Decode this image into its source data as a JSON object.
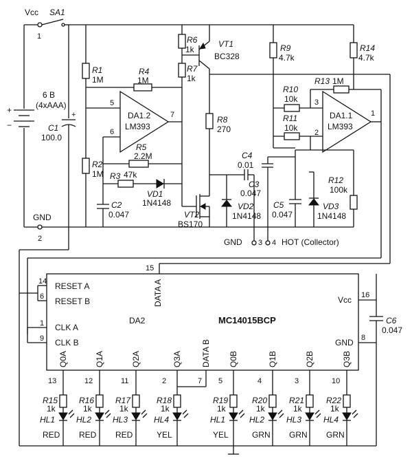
{
  "power": {
    "vcc": "Vcc",
    "sa1": "SA1",
    "sa1_pin": "1",
    "battery": "6 B",
    "battery_cells": "(4xAAA)",
    "plus": "+",
    "minus": "−",
    "gnd": "GND",
    "gnd_pin": "2",
    "c1": "C1",
    "c1_val": "100.0",
    "c1_plus": "+"
  },
  "resistors": {
    "r1": "R1",
    "r1_val": "1M",
    "r2": "R2",
    "r2_val": "1M",
    "r3": "R3",
    "r3_val": "47k",
    "r4": "R4",
    "r4_val": "1M",
    "r5": "R5",
    "r5_val": "2.2M",
    "r6": "R6",
    "r6_val": "1k",
    "r7": "R7",
    "r7_val": "1k",
    "r8": "R8",
    "r8_val": "270",
    "r9": "R9",
    "r9_val": "4.7k",
    "r10": "R10",
    "r10_val": "10k",
    "r11": "R11",
    "r11_val": "10k",
    "r12": "R12",
    "r12_val": "100k",
    "r13": "R13",
    "r13_val": "1M",
    "r14": "R14",
    "r14_val": "4.7k"
  },
  "caps": {
    "c2": "C2",
    "c2_val": "0.047",
    "c3": "C3",
    "c3_val": "0.047",
    "c4": "C4",
    "c4_val": "0.01",
    "c5": "C5",
    "c5_val": "0.047",
    "c6": "C6",
    "c6_val": "0.047"
  },
  "semis": {
    "vt1": "VT1",
    "vt1_type": "BC328",
    "vt2": "VT2",
    "vt2_type": "BS170",
    "vd1": "VD1",
    "vd1_type": "1N4148",
    "vd2": "VD2",
    "vd2_type": "1N4148",
    "vd3": "VD3",
    "vd3_type": "1N4148"
  },
  "opamps": {
    "da12": "DA1.2",
    "da11": "DA1.1",
    "lm": "LM393",
    "p5": "5",
    "p6": "6",
    "p7": "7",
    "p3": "3",
    "p2": "2",
    "p1": "1"
  },
  "terminals": {
    "gnd3": "GND",
    "pin3": "3",
    "pin4": "4",
    "hot": "HOT (Collector)"
  },
  "chip": {
    "name": "MC14015BCP",
    "ref": "DA2",
    "reset_a": "RESET A",
    "reset_b": "RESET B",
    "clk_a": "CLK A",
    "clk_b": "CLK B",
    "data_a": "DATA A",
    "data_b": "DATA B",
    "vcc": "Vcc",
    "gnd": "GND",
    "pin14": "14",
    "pin6": "6",
    "pin1": "1",
    "pin9": "9",
    "pin15": "15",
    "pin16": "16",
    "pin8": "8",
    "pin7": "7",
    "outputs": [
      {
        "name": "Q0A",
        "pin": "13"
      },
      {
        "name": "Q1A",
        "pin": "12"
      },
      {
        "name": "Q2A",
        "pin": "11"
      },
      {
        "name": "Q3A",
        "pin": "2"
      },
      {
        "name": "Q0B",
        "pin": "5"
      },
      {
        "name": "Q1B",
        "pin": "4"
      },
      {
        "name": "Q2B",
        "pin": "3"
      },
      {
        "name": "Q3B",
        "pin": "10"
      }
    ]
  },
  "leds": [
    {
      "r": "R15",
      "rv": "1k",
      "hl": "HL1",
      "color": "RED"
    },
    {
      "r": "R16",
      "rv": "1k",
      "hl": "HL2",
      "color": "RED"
    },
    {
      "r": "R17",
      "rv": "1k",
      "hl": "HL3",
      "color": "RED"
    },
    {
      "r": "R18",
      "rv": "1k",
      "hl": "HL4",
      "color": "YEL"
    },
    {
      "r": "R19",
      "rv": "1k",
      "hl": "HL1",
      "color": "YEL"
    },
    {
      "r": "R20",
      "rv": "1k",
      "hl": "HL2",
      "color": "GRN"
    },
    {
      "r": "R21",
      "rv": "1k",
      "hl": "HL3",
      "color": "GRN"
    },
    {
      "r": "R22",
      "rv": "1k",
      "hl": "HL4",
      "color": "GRN"
    }
  ]
}
